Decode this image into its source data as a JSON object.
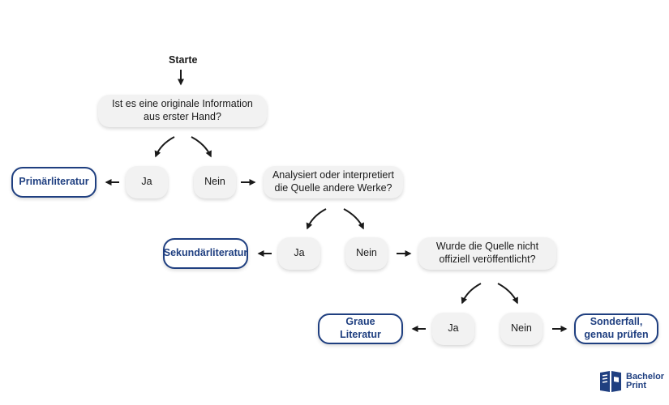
{
  "flow": {
    "start": "Starte",
    "q1": "Ist es eine originale Information aus erster Hand?",
    "q1_yes": "Ja",
    "q1_no": "Nein",
    "r1": "Primärliteratur",
    "q2": "Analysiert oder interpretiert die Quelle andere Werke?",
    "q2_yes": "Ja",
    "q2_no": "Nein",
    "r2": "Sekundärliteratur",
    "q3": "Wurde die Quelle nicht offiziell veröffentlicht?",
    "q3_yes": "Ja",
    "q3_no": "Nein",
    "r3": "Graue Literatur",
    "r4": "Sonderfall, genau prüfen"
  },
  "logo": {
    "line1": "Bachelor",
    "line2": "Print"
  },
  "colors": {
    "accent": "#1f3f80",
    "box": "#f2f2f2",
    "arrow": "#1a1a1a"
  }
}
